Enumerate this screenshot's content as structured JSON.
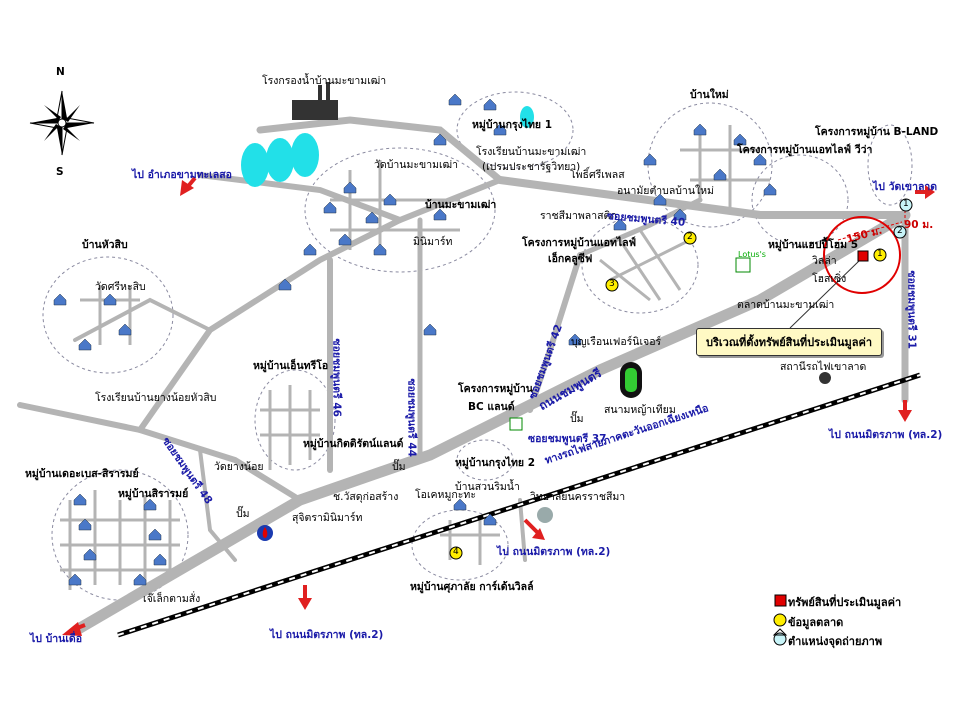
{
  "compass": {
    "north": "N",
    "south": "S"
  },
  "places": {
    "water_plant": "โรงกรองน้ำบ้านมะขามเฒ่า",
    "krungthai1": "หมู่บ้านกรุงไทย 1",
    "school_line1": "โรงเรียนบ้านมะขามเฒ่า",
    "school_line2": "(เปรมประชารัฐวิทยา)",
    "to_chaloem": "ไป อำเภอขามทะเลสอ",
    "wat_makham": "วัดบ้านมะขามเฒ่า",
    "ban_makham": "บ้านมะขามเฒ่า",
    "minimart": "มินิมาร์ท",
    "ban_hua_sip": "บ้านหัวสิบ",
    "wat_sri": "วัดศรีหะสิบ",
    "school_yang": "โรงเรียนบ้านยางน้อยหัวสิบ",
    "entrio": "หมู่บ้านเอ็นทรีโอ",
    "kitti": "หมู่บ้านกิตติรัตน์แลนด์",
    "wat_yang": "วัดยางน้อย",
    "pump1": "ปั๊ม",
    "the_base": "หมู่บ้านเดอะเบส-สิรารมย์",
    "siraram": "หมู่บ้านสิรารมย์",
    "to_ban_muea": "ไป บ้านเดื่อ",
    "jet_lek": "เจ๊เล็กตามสั่ง",
    "to_mitraphap_left": "ไป ถนนมิตรภาพ (ทล.2)",
    "sor_wat": "ช.วัสดุก่อสร้าง",
    "sujit": "สุจิตรามินิมาร์ท",
    "eok": "โอเคหมูกะทะ",
    "suan": "บ้านสวนริมน้ำ",
    "pump2": "ปั๊ม",
    "krungthai2": "หมู่บ้านกรุงไทย 2",
    "college": "วิทยาลัยนครราชสีมา",
    "to_mitraphap_mid": "ไป ถนนมิตรภาพ (ทล.2)",
    "supalai": "หมู่บ้านศุภาลัย การ์เด้นวิลล์",
    "bc_line1": "โครงการหมู่บ้าน",
    "bc_line2": "BC แลนด์",
    "pump3": "ปั๊ม",
    "stadium": "สนามหญ้าเทียม",
    "boonruen": "บุญเรือนเฟอร์นิเจอร์",
    "hotlife_line1": "โครงการหมู่บ้านแอทไลฟ์",
    "hotlife_line2": "เอ็กคลูซีฟ",
    "ban_mai": "บ้านใหม่",
    "hotlife_viva": "โครงการหมู่บ้านแอทไลฟ์ วีว่า",
    "bland": "โครงการหมู่บ้าน B-LAND",
    "phosri": "โพธิ์ศรีเพลส",
    "monument": "อนามัยตำบลบ้านใหม่",
    "rajsima": "ราชสีมาพลาสติก",
    "happy": "หมู่บ้านแฮปปี้โฮม 5",
    "villa": "วิลล่า",
    "home_chern": "โฮสเซิ่ง",
    "market": "ตลาดบ้านมะขามเฒ่า",
    "lotus": "Lotus's",
    "to_wat_khao": "ไป วัดเขาลาด",
    "station": "สถานีรถไฟเขาลาด",
    "to_mitraphap_right": "ไป ถนนมิตรภาพ (ทล.2)",
    "railway": "ทางรถไฟสายภาคตะวันออกเฉียงเหนือ"
  },
  "roads": {
    "rd40": "ซอยชมพูนตรี 40",
    "rd42": "ซอยชมพูนตรี 42",
    "rd46": "ซอยชมพูนตรี 46",
    "rd44": "ซอยชมพูนตรี 44",
    "rd48": "ซอยชมพูนตรี 48",
    "rd37": "ซอยชมพูนตรี 37",
    "rd31": "ซอยชมพูนตรี 31",
    "main": "ถนนชมพูนตรี"
  },
  "distances": {
    "d150": "150 ม.",
    "d90": "90 ม."
  },
  "markers": {
    "m1": "1",
    "m2": "2",
    "m3": "3",
    "m4": "4",
    "p1": "1",
    "p2": "2"
  },
  "callout": "บริเวณที่ตั้งทรัพย์สินที่ประเมินมูลค่า",
  "legend": {
    "property": "ทรัพย์สินที่ประเมินมูลค่า",
    "market": "ข้อมูลตลาด",
    "photo": "ตำแหน่งจุดถ่ายภาพ"
  },
  "colors": {
    "road": "#b4b4b4",
    "property": "#e00000",
    "market": "#ffee00",
    "arrow": "#e02020",
    "route": "#1a1aa8",
    "water": "#22e0e8"
  }
}
